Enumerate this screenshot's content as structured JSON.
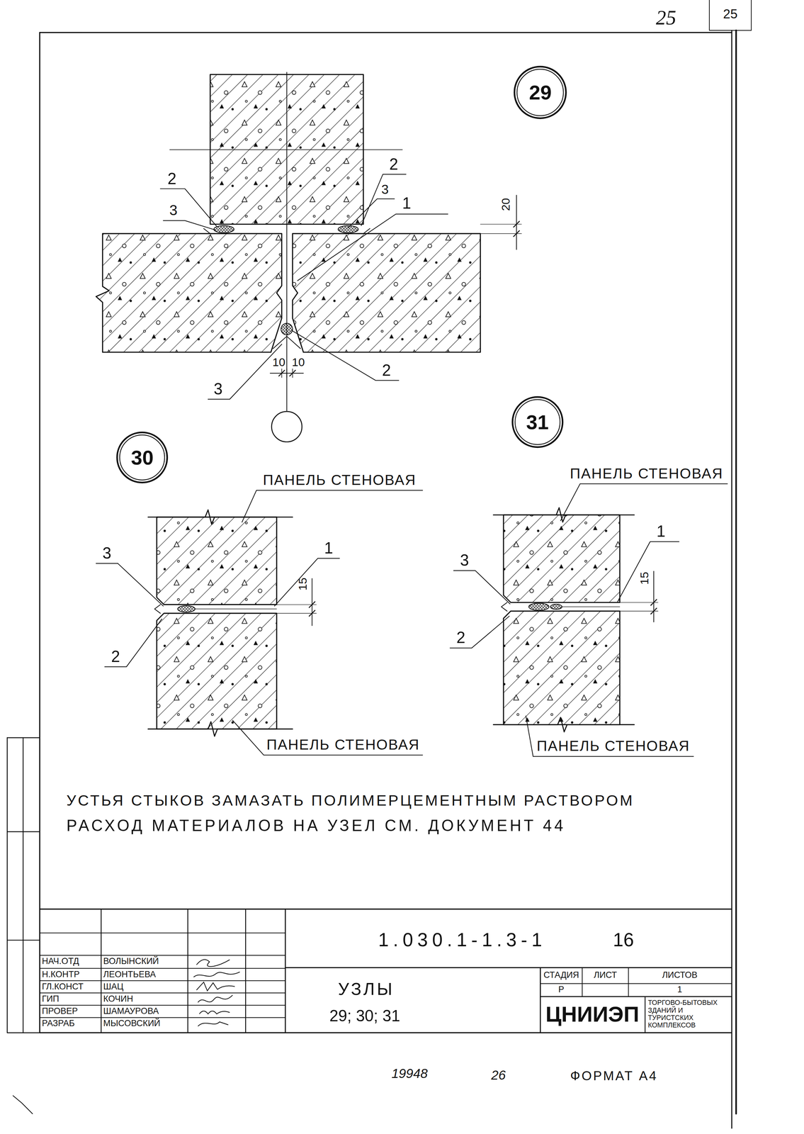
{
  "diagram": {
    "nodes": [
      {
        "text": [
          "29"
        ]
      },
      {
        "text": [
          "30"
        ]
      },
      {
        "text": [
          "31"
        ]
      }
    ],
    "labels": [
      "25",
      "25",
      "2",
      "3",
      "2",
      "3",
      "1",
      "20",
      "10",
      "10",
      "3",
      "2",
      "ПАНЕЛЬ СТЕНОВАЯ",
      "3",
      "1",
      "15",
      "2",
      "ПАНЕЛЬ СТЕНОВАЯ",
      "ПАНЕЛЬ СТЕНОВАЯ",
      "3",
      "1",
      "15",
      "2",
      "ПАНЕЛЬ СТЕНОВАЯ",
      "УСТЬЯ СТЫКОВ ЗАМАЗАТЬ ПОЛИМЕРЦЕМЕНТНЫМ РАСТВОРОМ",
      "РАСХОД МАТЕРИАЛОВ НА УЗЕЛ СМ. ДОКУМЕНТ 44",
      "1.030.1-1.3-1",
      "16",
      "НАЧ.ОТД",
      "ВОЛЫНСКИЙ",
      "Н.КОНТР",
      "ЛЕОНТЬЕВА",
      "ГЛ.КОНСТ",
      "ШАЦ",
      "ГИП",
      "КОЧИН",
      "ПРОВЕР",
      "ШАМАУРОВА",
      "РАЗРАБ",
      "МЫСОВСКИЙ",
      "УЗЛЫ",
      "29; 30; 31",
      "СТАДИЯ",
      "ЛИСТ",
      "ЛИСТОВ",
      "Р",
      "1",
      "ЦНИИЭП",
      "ТОРГОВО-БЫТОВЫХ ЗДАНИЙ И ТУРИСТСКИХ КОМПЛЕКСОВ",
      "19948",
      "26",
      "ФОРМАТ А4"
    ]
  }
}
